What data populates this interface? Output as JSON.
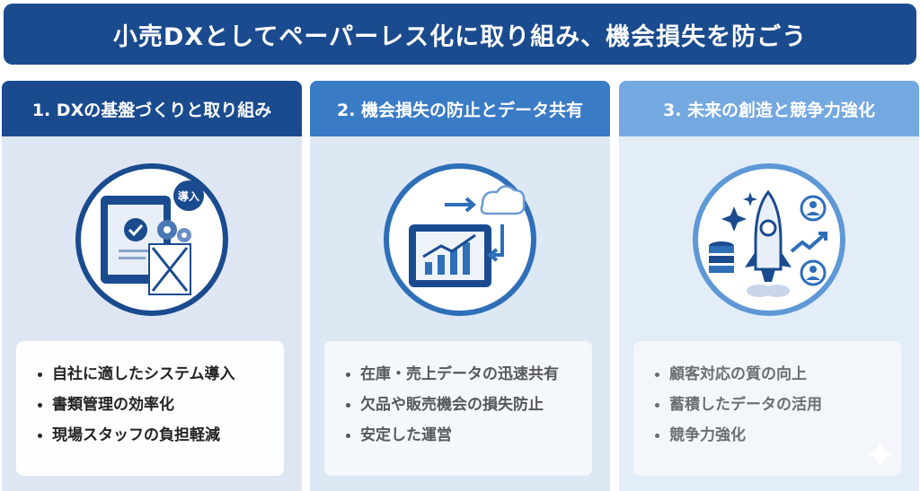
{
  "banner": {
    "title": "小売DXとしてペーパーレス化に取り組み、機会損失を防ごう"
  },
  "columns": [
    {
      "header": "1. DXの基盤づくりと取り組み",
      "icon": "tablet-paperless-icon",
      "badge": "導入",
      "items": [
        "自社に適したシステム導入",
        "書類管理の効率化",
        "現場スタッフの負担軽減"
      ]
    },
    {
      "header": "2. 機会損失の防止とデータ共有",
      "icon": "cloud-sync-chart-icon",
      "items": [
        "在庫・売上データの迅速共有",
        "欠品や販売機会の損失防止",
        "安定した運営"
      ]
    },
    {
      "header": "3. 未来の創造と競争力強化",
      "icon": "rocket-growth-icon",
      "items": [
        "顧客対応の質の向上",
        "蓄積したデータの活用",
        "競争力強化"
      ]
    }
  ],
  "colors": {
    "navy": "#1a4b8f",
    "blue": "#3a7bc6",
    "lightblue": "#73a8e0"
  }
}
